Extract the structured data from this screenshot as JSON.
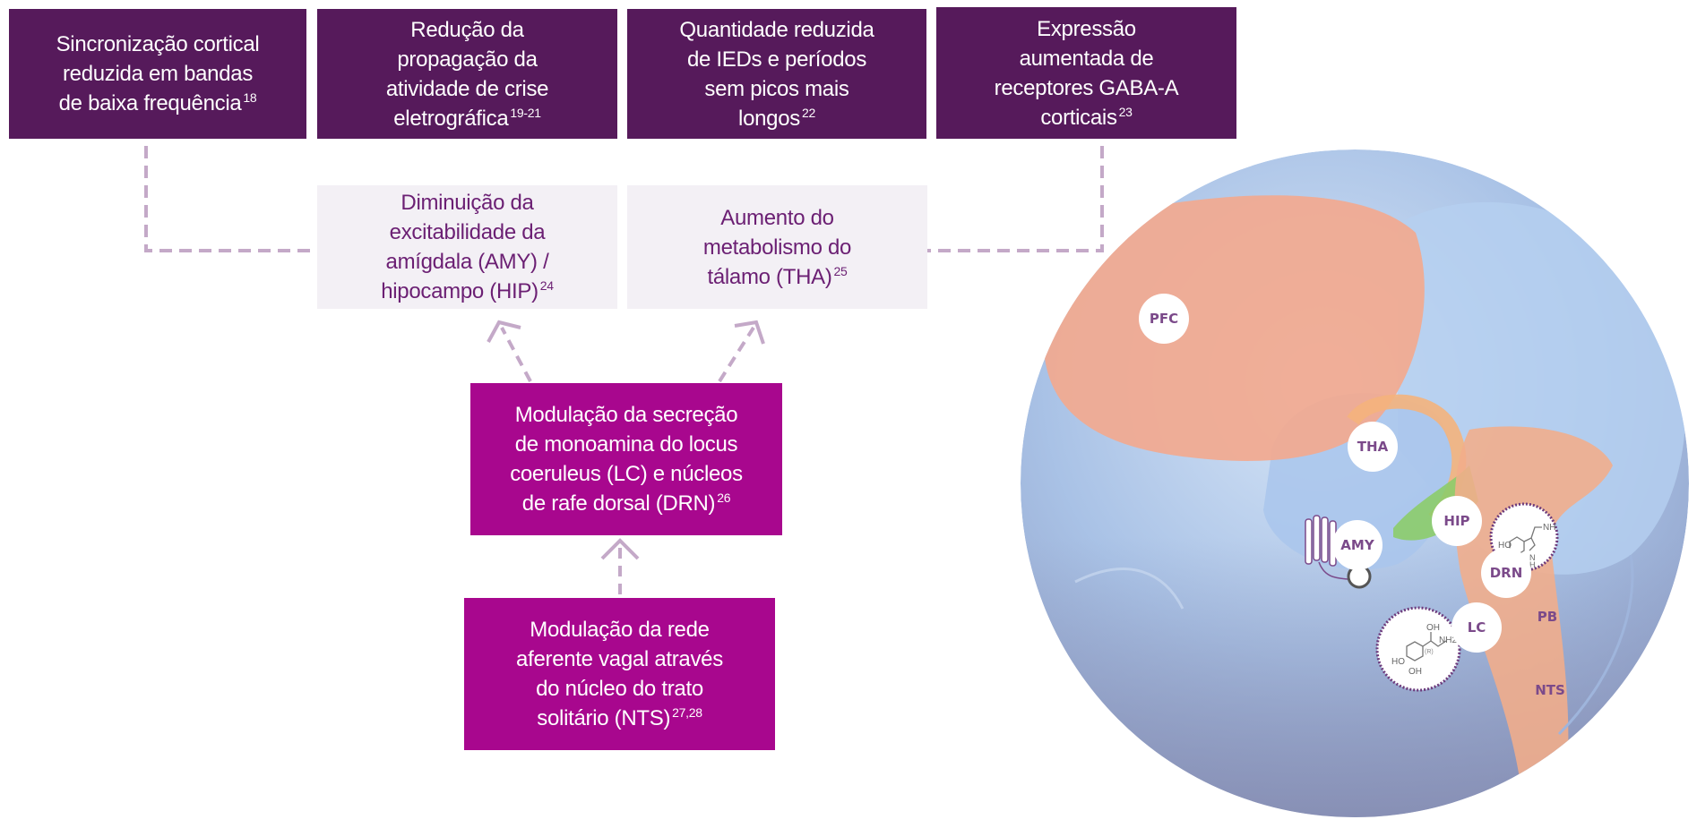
{
  "effects": [
    {
      "lines": [
        "Sincronização cortical",
        "reduzida em bandas",
        "de baixa frequência"
      ],
      "ref": "18"
    },
    {
      "lines": [
        "Redução da",
        "propagação da",
        "atividade de crise",
        "eletrográfica"
      ],
      "ref": "19-21"
    },
    {
      "lines": [
        "Quantidade reduzida",
        "de IEDs e períodos",
        "sem picos mais",
        "longos"
      ],
      "ref": "22"
    },
    {
      "lines": [
        "Expressão",
        "aumentada de",
        "receptores GABA-A",
        "corticais"
      ],
      "ref": "23"
    }
  ],
  "mechanisms": [
    {
      "lines": [
        "Diminuição da",
        "excitabilidade da",
        "amígdala (AMY) /",
        "hipocampo (HIP)"
      ],
      "ref": "24"
    },
    {
      "lines": [
        "Aumento do",
        "metabolismo do",
        "tálamo (THA)"
      ],
      "ref": "25"
    }
  ],
  "pathway": [
    {
      "lines": [
        "Modulação da secreção",
        "de monoamina do locus",
        "coeruleus (LC) e núcleos",
        "de rafe dorsal (DRN)"
      ],
      "ref": "26"
    },
    {
      "lines": [
        "Modulação da rede",
        "aferente vagal através",
        "do núcleo do trato",
        "solitário (NTS)"
      ],
      "ref": "27,28"
    }
  ],
  "brain_labels": {
    "pfc": "PFC",
    "tha": "THA",
    "hip": "HIP",
    "amy": "AMY",
    "drn": "DRN",
    "lc": "LC",
    "pb": "PB",
    "nts": "NTS"
  },
  "molecule_labels": {
    "serotonin": [
      "HO",
      "NH",
      "N",
      "H"
    ],
    "norepinephrine": [
      "OH",
      "NH2",
      "(R)",
      "HO",
      "OH"
    ]
  },
  "colors": {
    "dark_box": "#561a5b",
    "light_box": "#f3f0f5",
    "magenta_box": "#a8078e",
    "connector": "#c4a9c8"
  }
}
